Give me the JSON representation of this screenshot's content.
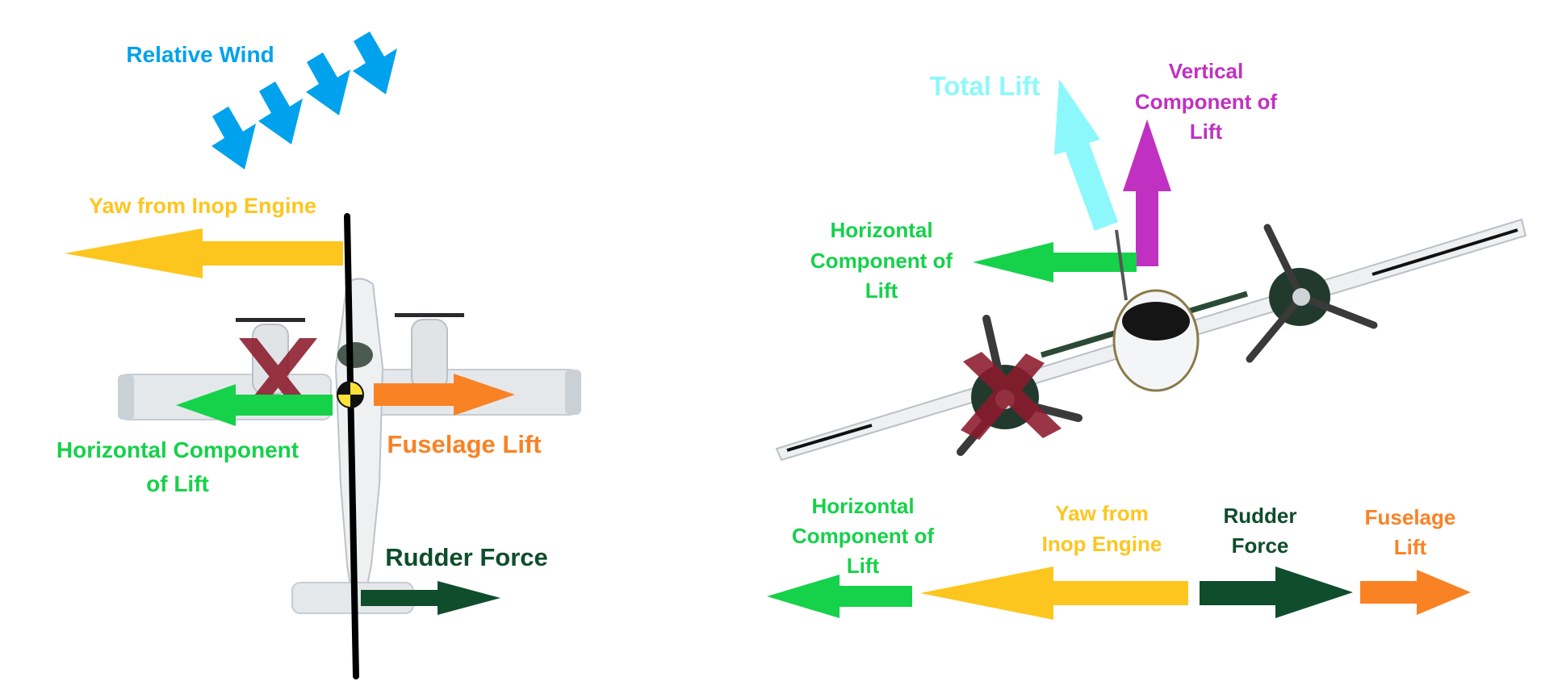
{
  "colors": {
    "wind": "#00a2ed",
    "yaw": "#fdc61f",
    "horizontal_lift": "#16d14a",
    "fuselage_lift": "#f98225",
    "rudder": "#0f4d2c",
    "total_lift": "#8df8fb",
    "vertical_lift": "#c031c2",
    "inop_mark": "#8b1a2c",
    "airframe": "#eef0f2",
    "nacelle": "#1f3a2c"
  },
  "left_diagram": {
    "relative_wind_label": "Relative Wind",
    "yaw_label": "Yaw from Inop Engine",
    "horizontal_lift_label": [
      "Horizontal Component",
      "of Lift"
    ],
    "fuselage_lift_label": "Fuselage Lift",
    "rudder_label": "Rudder Force"
  },
  "right_diagram": {
    "total_lift_label": "Total Lift",
    "vertical_lift_label": [
      "Vertical",
      "Component of",
      "Lift"
    ],
    "horizontal_lift_label": [
      "Horizontal",
      "Component of",
      "Lift"
    ]
  },
  "force_balance": {
    "horizontal_lift_label": [
      "Horizontal",
      "Component of",
      "Lift"
    ],
    "yaw_label": [
      "Yaw from",
      "Inop Engine"
    ],
    "rudder_label": [
      "Rudder",
      "Force"
    ],
    "fuselage_lift_label": [
      "Fuselage",
      "Lift"
    ]
  }
}
